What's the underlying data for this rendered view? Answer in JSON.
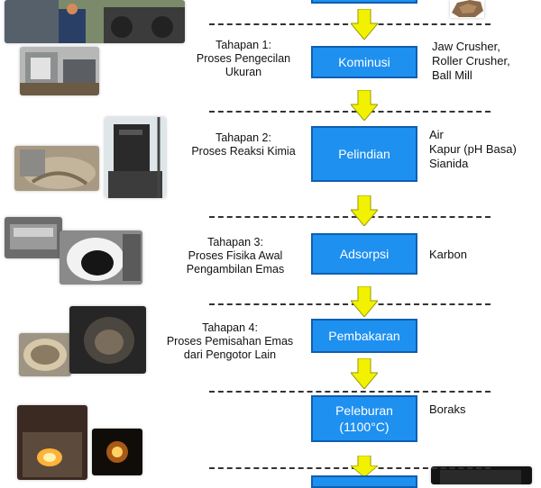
{
  "stages": [
    {
      "label": "Tahapan 1:",
      "lines": [
        "Proses Pengecilan",
        "Ukuran"
      ]
    },
    {
      "label": "Tahapan 2:",
      "lines": [
        "Proses Reaksi Kimia"
      ]
    },
    {
      "label": "Tahapan 3:",
      "lines": [
        "Proses Fisika Awal",
        "Pengambilan Emas"
      ]
    },
    {
      "label": "Tahapan 4:",
      "lines": [
        "Proses Pemisahan Emas",
        "dari Pengotor Lain"
      ]
    }
  ],
  "steps": [
    {
      "name": "Kominusi"
    },
    {
      "name": "Pelindian"
    },
    {
      "name": "Adsorpsi"
    },
    {
      "name": "Pembakaran"
    },
    {
      "name": "Peleburan",
      "detail": "(1100°C)"
    }
  ],
  "materials": {
    "kominusi": [
      "Jaw Crusher,",
      "Roller Crusher,",
      "Ball Mill"
    ],
    "pelindian": [
      "Air",
      "Kapur (pH Basa)",
      "Sianida"
    ],
    "adsorpsi": [
      "Karbon"
    ],
    "peleburan": [
      "Boraks"
    ]
  },
  "colors": {
    "box_fill": "#1e90f0",
    "box_border": "#0e5fb0",
    "arrow": "#f2f200"
  }
}
